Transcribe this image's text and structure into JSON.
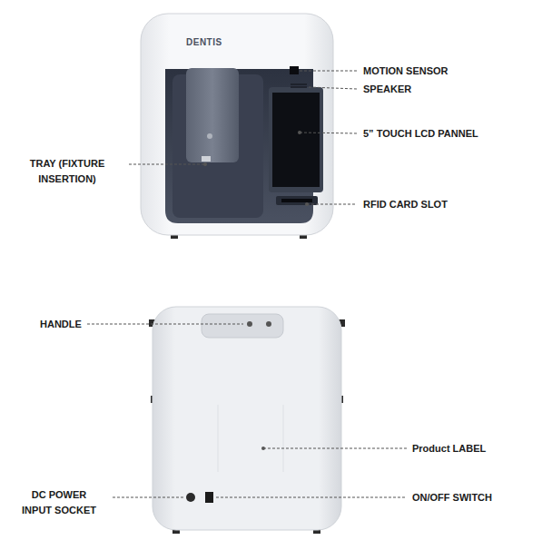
{
  "diagram": {
    "labels": [
      "DENTIS",
      "MOTION SENSOR",
      "SPEAKER",
      "5” TOUCH LCD PANNEL",
      "TRAY (FIXTURE INSERTION)",
      "RFID CARD SLOT",
      "HANDLE",
      "Product LABEL",
      "DC POWER INPUT SOCKET",
      "ON/OFF SWITCH"
    ]
  }
}
